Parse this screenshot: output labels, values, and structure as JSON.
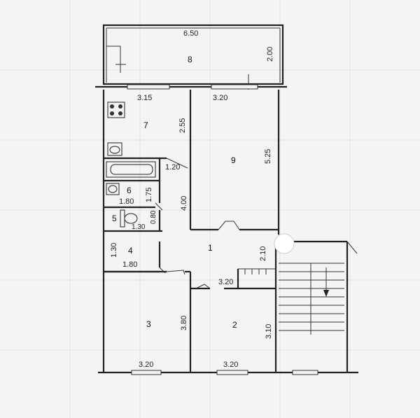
{
  "rooms": [
    {
      "id": "1",
      "label": "1"
    },
    {
      "id": "2",
      "label": "2"
    },
    {
      "id": "3",
      "label": "3"
    },
    {
      "id": "4",
      "label": "4"
    },
    {
      "id": "5",
      "label": "5"
    },
    {
      "id": "6",
      "label": "6"
    },
    {
      "id": "7",
      "label": "7"
    },
    {
      "id": "8",
      "label": "8"
    },
    {
      "id": "9",
      "label": "9"
    }
  ],
  "dimensions": {
    "balcony_width": "6.50",
    "balcony_depth": "2.00",
    "kitchen_window": "3.15",
    "room9_window": "3.20",
    "kitchen_depth": "2.55",
    "room9_depth": "5.25",
    "corridor_width": "1.20",
    "corridor_length": "4.00",
    "bath_length": "1.80",
    "bath_depth": "1.75",
    "wc_width": "1.30",
    "wc_depth": "0.80",
    "closet_depth": "1.30",
    "closet_width": "1.80",
    "hall_depth": "2.10",
    "hall_width": "3.20",
    "room3_depth": "3.80",
    "room3_window": "3.20",
    "room2_depth": "3.10",
    "room2_window": "3.20"
  },
  "fixtures": [
    "stove-icon",
    "kitchen-sink-icon",
    "bathtub-icon",
    "bath-sink-icon",
    "toilet-icon"
  ],
  "colors": {
    "paper": "#f4f4f2",
    "wall": "#222222"
  }
}
